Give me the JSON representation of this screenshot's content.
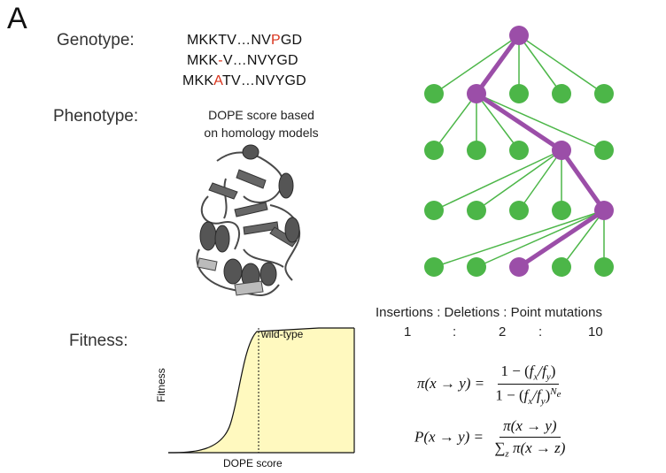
{
  "panel_label": "A",
  "genotype": {
    "label": "Genotype:",
    "sequences": [
      {
        "pre": "MKKTV…NV",
        "mut": "P",
        "post": "GD"
      },
      {
        "pre": "MKK",
        "mut": "-",
        "post": "V…NVYGD"
      },
      {
        "pre": "MKK",
        "mut": "A",
        "post": "TV…NVYGD"
      }
    ]
  },
  "phenotype": {
    "label": "Phenotype:",
    "description_line1": "DOPE score based",
    "description_line2": "on homology models"
  },
  "fitness": {
    "label": "Fitness:",
    "axis_y": "Fitness",
    "axis_x": "DOPE score",
    "marker_label": "wild-type"
  },
  "mutation_ratio": {
    "header": "Insertions : Deletions : Point mutations",
    "values": [
      "1",
      ":",
      "2",
      ":",
      "10"
    ]
  },
  "formulas": {
    "pi_lhs": "π(x → y) =",
    "pi_num": "1 − (f",
    "pi_den": "1 − (f",
    "p_lhs": "P(x → y) =",
    "p_num": "π(x → y)",
    "p_den": "π(x → z)"
  },
  "colors": {
    "green": "#4cb648",
    "purple": "#9b4ea8",
    "fill": "#fff9bf",
    "protein": "#555555"
  }
}
